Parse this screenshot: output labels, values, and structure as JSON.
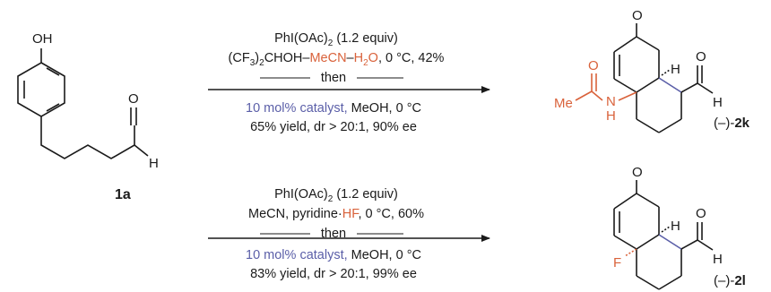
{
  "colors": {
    "ink": "#1a1a1a",
    "orange": "#d9623b",
    "blue": "#5b5fa8"
  },
  "substrate": {
    "label": "1a",
    "oh": "OH",
    "o": "O",
    "h": "H"
  },
  "reaction_top": {
    "line1_main": "PhI(OAc)",
    "line1_sub": "2",
    "line1_tail": " (1.2 equiv)",
    "line2_a": "(CF",
    "line2_sub1": "3",
    "line2_b": ")",
    "line2_sub2": "2",
    "line2_c": "CHOH–",
    "line2_orange1": "MeCN",
    "line2_d": "–",
    "line2_orange2": "H",
    "line2_sub3": "2",
    "line2_orange3": "O",
    "line2_e": ", 0 °C, 42%",
    "then": "then",
    "line4_blue": "10 mol% catalyst,",
    "line4_tail": " MeOH, 0 °C",
    "line5": "65% yield, dr > 20:1, 90% ee"
  },
  "reaction_bottom": {
    "line1_main": "PhI(OAc)",
    "line1_sub": "2",
    "line1_tail": " (1.2 equiv)",
    "line2_a": "MeCN, pyridine·",
    "line2_orange": "HF",
    "line2_b": ", 0 °C, 60%",
    "then": "then",
    "line4_blue": "10 mol% catalyst,",
    "line4_tail": " MeOH, 0 °C",
    "line5": "83% yield, dr > 20:1, 99% ee"
  },
  "product_top": {
    "o_ketone": "O",
    "h_ring": "H",
    "o_ald": "O",
    "h_ald": "H",
    "o_amide": "O",
    "me": "Me",
    "n": "N",
    "nh": "H",
    "label_prefix": "(–)-",
    "label_bold": "2k"
  },
  "product_bottom": {
    "o_ketone": "O",
    "h_ring": "H",
    "o_ald": "O",
    "h_ald": "H",
    "f": "F",
    "label_prefix": "(–)-",
    "label_bold": "2l"
  }
}
